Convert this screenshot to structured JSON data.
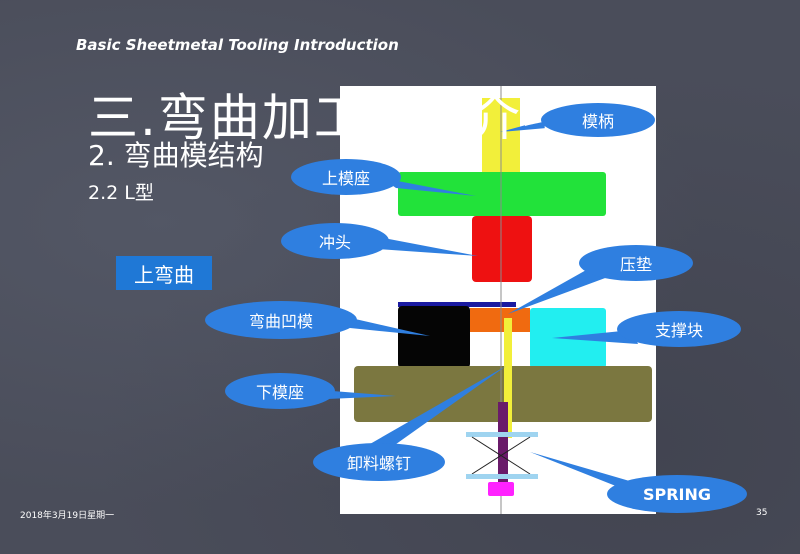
{
  "header": {
    "title": "Basic Sheetmetal Tooling Introduction"
  },
  "slide": {
    "title": "三.弯曲加工模具介绍",
    "subtitle": "2. 弯曲模结构",
    "section": "2.2  L型",
    "type_label": "上弯曲"
  },
  "labels": {
    "shank": "模柄",
    "upper_die_seat": "上模座",
    "punch": "冲头",
    "pressure_pad": "压垫",
    "bending_die": "弯曲凹模",
    "support_block": "支撑块",
    "lower_die_seat": "下模座",
    "stripper_bolt": "卸料螺钉",
    "spring": "SPRING"
  },
  "footer": {
    "date": "2018年3月19日星期一",
    "page": "35"
  },
  "colors": {
    "background": "#4a4d5a",
    "diagram_bg": "#ffffff",
    "callout_fill": "#2f7fe0",
    "shank": "#f2ef3a",
    "upper_die_seat": "#22e23a",
    "punch": "#ee1111",
    "bending_die": "#050505",
    "pressure_pad": "#f06a10",
    "support_block": "#22eef0",
    "lower_die_seat": "#7b7740",
    "stripper_bolt": "#6a1a6a",
    "spring_nut": "#ff22ff"
  }
}
